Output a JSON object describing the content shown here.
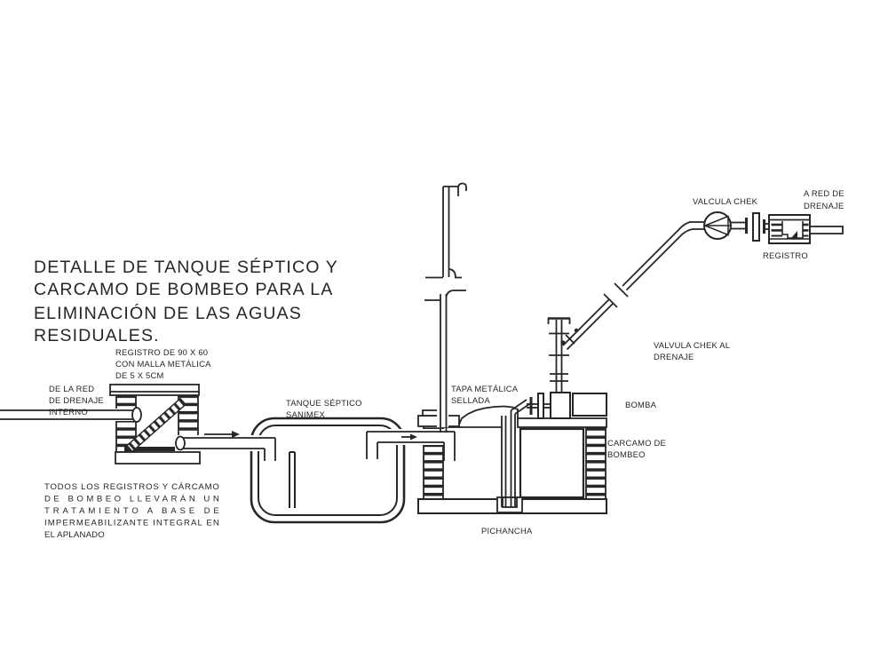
{
  "colors": {
    "ink": "#262626",
    "paper": "#ffffff"
  },
  "title": {
    "lines": [
      "DETALLE DE TANQUE SÉPTICO Y",
      "CARCAMO DE BOMBEO PARA LA",
      "ELIMINACIÓN DE LAS AGUAS",
      "RESIDUALES."
    ]
  },
  "labels": {
    "red_interna": [
      "DE LA RED",
      "DE DRENAJE",
      "INTERNO"
    ],
    "registro_malla": [
      "REGISTRO DE 90 X 60",
      "CON MALLA METÁLICA",
      "DE 5 X 5CM"
    ],
    "tanque_septico": [
      "TANQUE SÉPTICO",
      "SANIMEX"
    ],
    "tapa_metalica": [
      "TAPA METÁLICA",
      "SELLADA"
    ],
    "valcula_chek": "VALCULA CHEK",
    "a_red_de_drenaje": [
      "A RED DE",
      "DRENAJE"
    ],
    "registro_drenaje": "REGISTRO",
    "valvula_chek_drenaje": [
      "VALVULA CHEK AL",
      "DRENAJE"
    ],
    "bomba": "BOMBA",
    "carcamo_bombeo": [
      "CARCAMO DE",
      "BOMBEO"
    ],
    "pichancha": "PICHANCHA"
  },
  "note": {
    "lines": [
      "TODOS LOS REGISTROS Y CÁRCAMO",
      "DE BOMBEO LLEVARÁN UN",
      "TRATAMIENTO A BASE DE",
      "IMPERMEABILIZANTE INTEGRAL EN",
      "EL APLANADO"
    ]
  }
}
